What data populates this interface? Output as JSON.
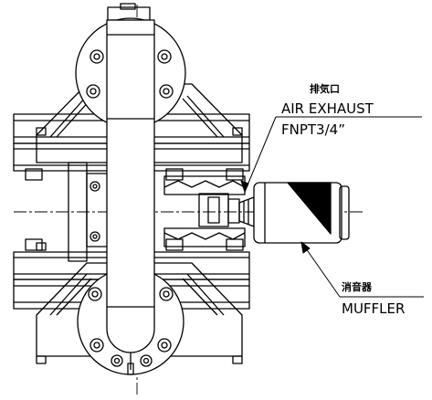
{
  "labels": {
    "exhaust": {
      "jp": "排気口",
      "en": "AIR EXHAUST",
      "spec": "FNPT3/4”"
    },
    "muffler": {
      "jp": "消音器",
      "en": "MUFFLER"
    }
  }
}
